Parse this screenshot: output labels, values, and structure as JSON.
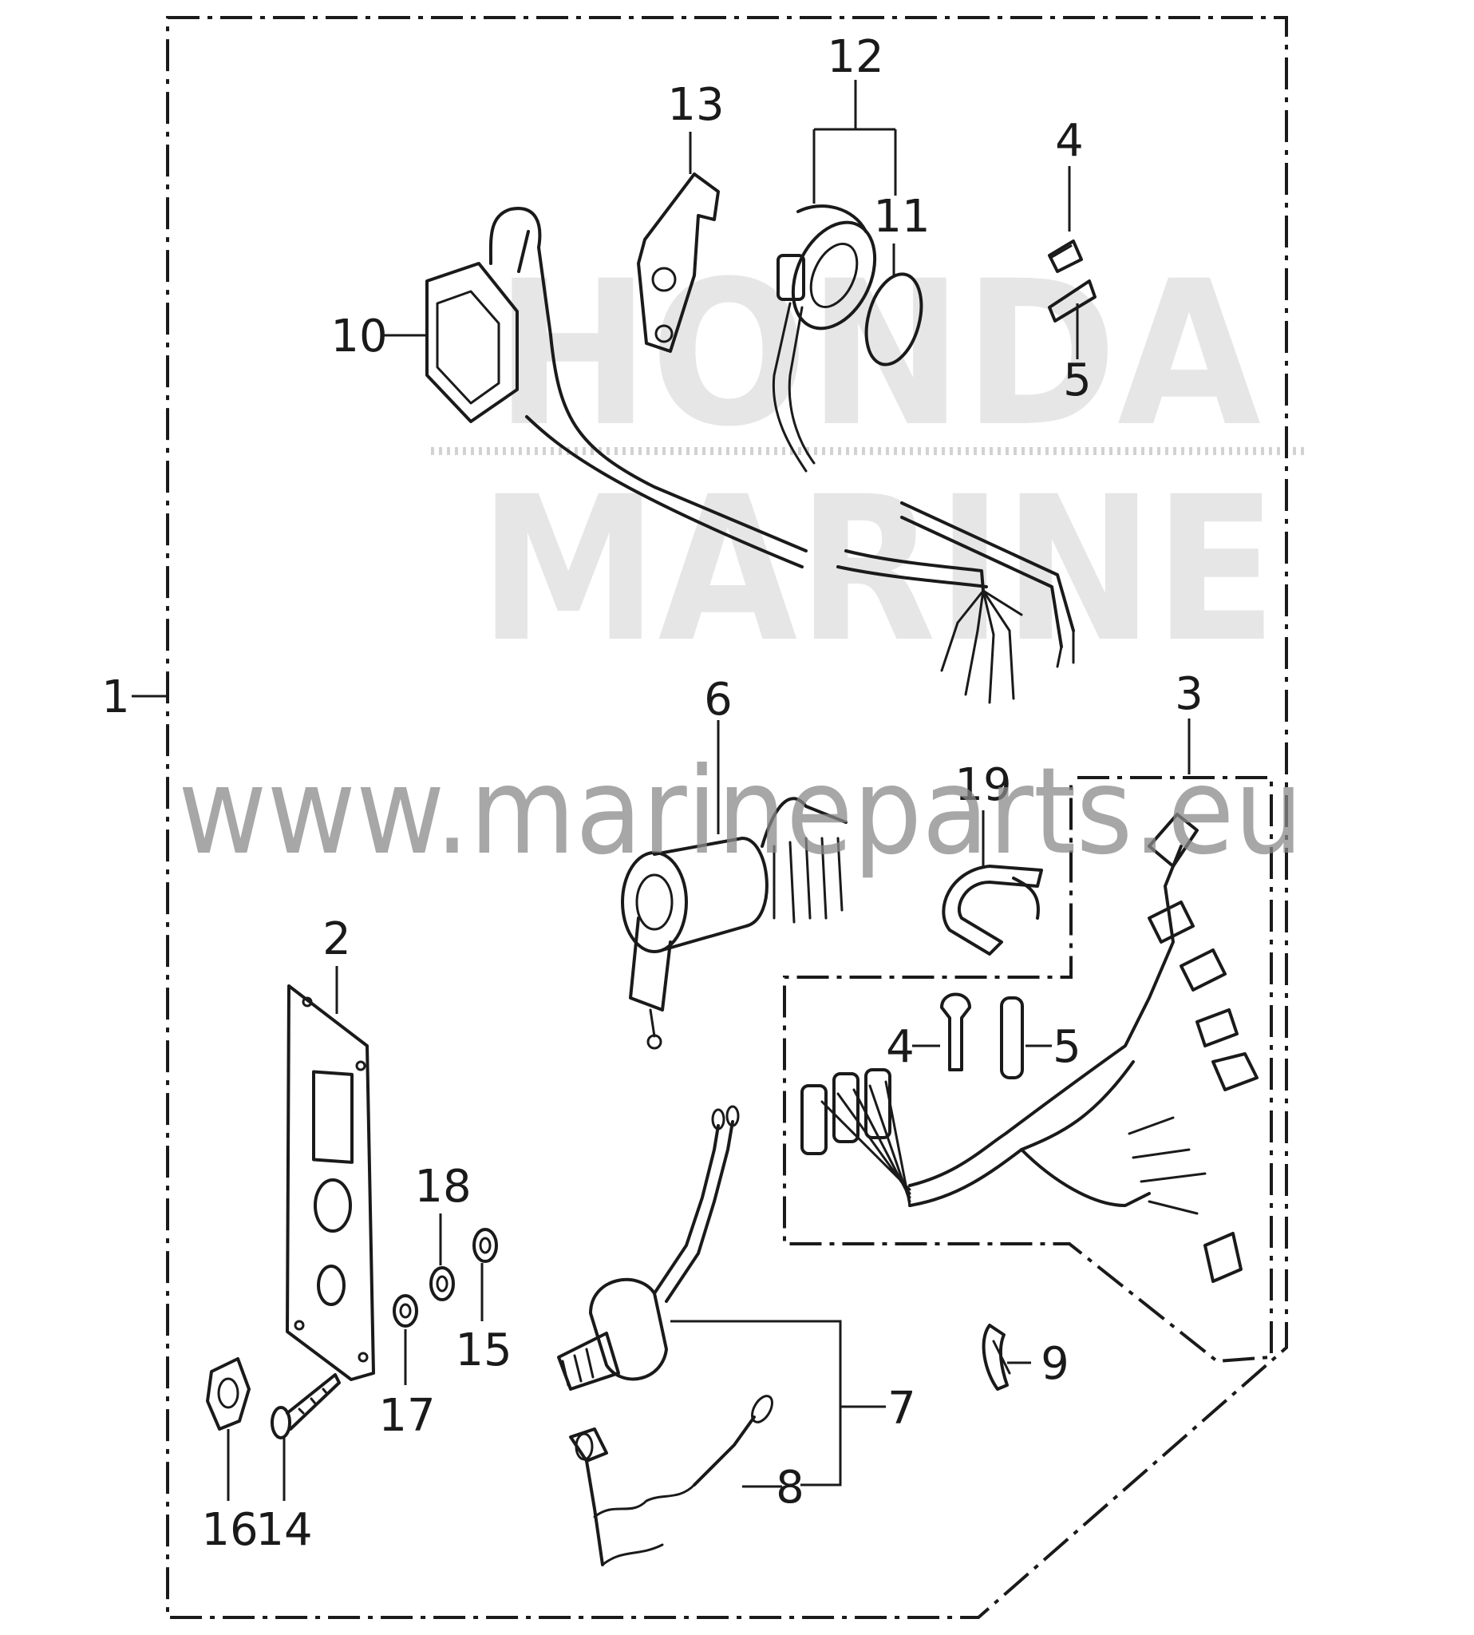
{
  "watermark": {
    "url": "www.marineparts.eu",
    "brand_line_1": "HONDA",
    "brand_line_2": "MARINE"
  },
  "callouts": {
    "c1": "1",
    "c2": "2",
    "c3": "3",
    "c4a": "4",
    "c4b": "4",
    "c5a": "5",
    "c5b": "5",
    "c6": "6",
    "c7": "7",
    "c8": "8",
    "c9": "9",
    "c10": "10",
    "c11": "11",
    "c12": "12",
    "c13": "13",
    "c14": "14",
    "c15": "15",
    "c16": "16",
    "c17": "17",
    "c18": "18",
    "c19": "19"
  },
  "colors": {
    "line": "#1a1a1a",
    "watermark_url": "#8a8a8a",
    "watermark_brand": "#d2d2d2"
  }
}
